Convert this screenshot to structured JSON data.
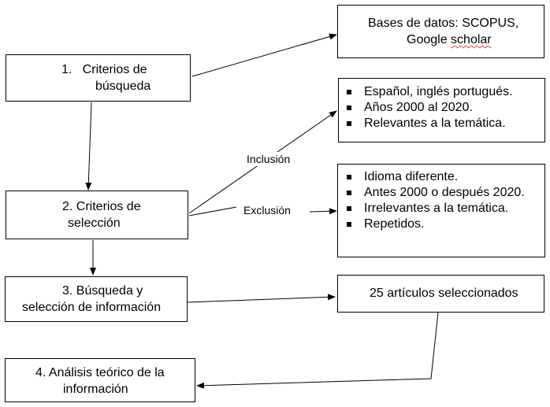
{
  "steps": {
    "s1": {
      "line1": "1.   Criterios de",
      "line2": "búsqueda"
    },
    "s2": {
      "line1": "2. Criterios de",
      "line2": "selección"
    },
    "s3": {
      "line1": "3. Búsqueda y",
      "line2": "selección de información"
    },
    "s4": {
      "line1": "4. Análisis teórico de la",
      "line2": "información"
    }
  },
  "databases": {
    "line1": "Bases de datos: SCOPUS,",
    "line2_a": "Google ",
    "line2_b": "scholar"
  },
  "inclusion": {
    "label": "Inclusión",
    "items": [
      "Español, inglés portugués.",
      "Años 2000 al 2020.",
      "Relevantes a la temática."
    ]
  },
  "exclusion": {
    "label": "Exclusión",
    "items": [
      "Idioma diferente.",
      "Antes 2000 o después 2020.",
      "Irrelevantes a la temática.",
      "Repetidos."
    ]
  },
  "result": {
    "text": "25 artículos seleccionados"
  }
}
